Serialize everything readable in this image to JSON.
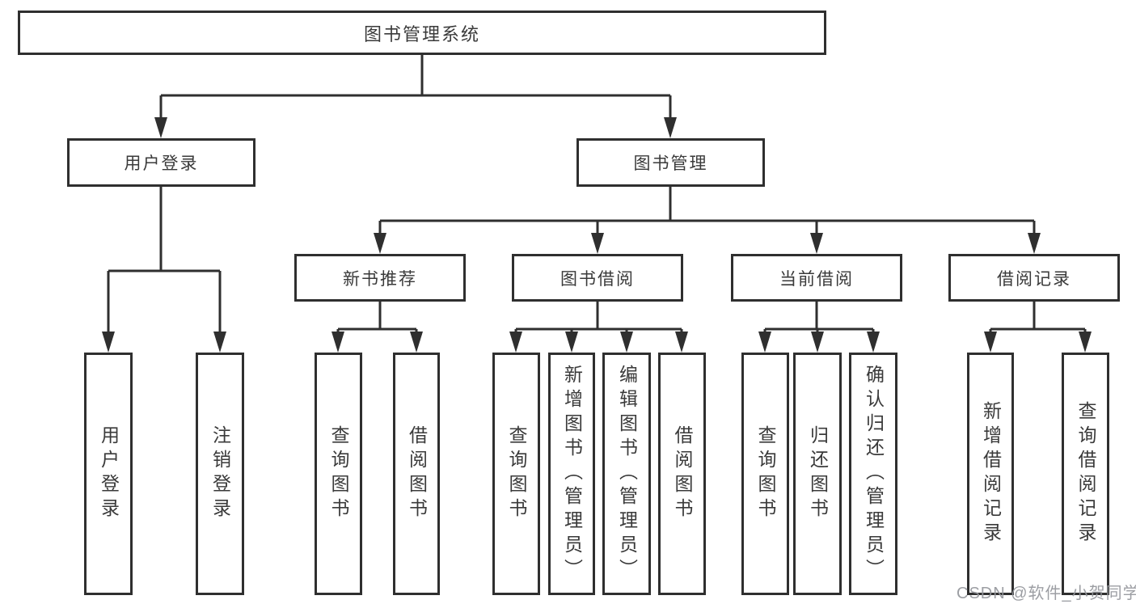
{
  "diagram": {
    "root": {
      "label": "图书管理系统"
    },
    "level2": {
      "user_login": "用户登录",
      "book_mgmt": "图书管理"
    },
    "level3": {
      "new_books": "新书推荐",
      "borrowing": "图书借阅",
      "current": "当前借阅",
      "records": "借阅记录"
    },
    "leaves": {
      "user_login": [
        "用户登录",
        "注销登录"
      ],
      "new_books": [
        "查询图书",
        "借阅图书"
      ],
      "borrowing": [
        "查询图书",
        "新增图书（管理员）",
        "编辑图书（管理员）",
        "借阅图书"
      ],
      "current": [
        "查询图书",
        "归还图书",
        "确认归还（管理员）"
      ],
      "records": [
        "新增借阅记录",
        "查询借阅记录"
      ]
    }
  },
  "watermark": "CSDN @软件_小贺同学",
  "colors": {
    "line": "#2f2f2f",
    "text": "#3a3a3a",
    "watermark": "#94969b",
    "background": "#ffffff"
  }
}
